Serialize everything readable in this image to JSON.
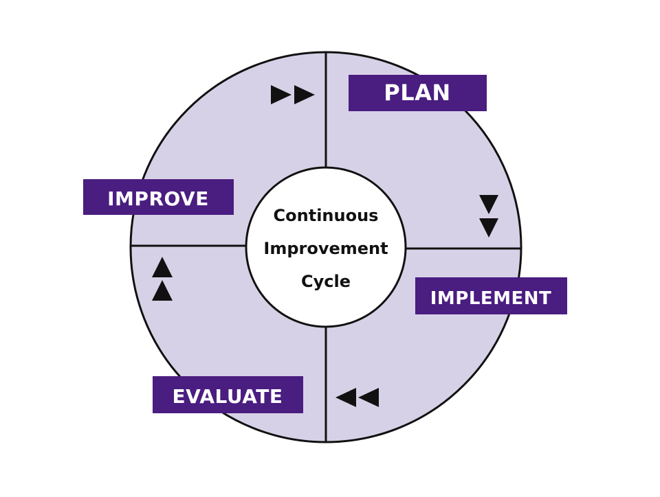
{
  "diagram": {
    "center_lines": [
      "Continuous",
      "Improvement",
      "Cycle"
    ],
    "stages": {
      "plan": "PLAN",
      "implement": "IMPLEMENT",
      "evaluate": "EVALUATE",
      "improve": "IMPROVE"
    },
    "colors": {
      "ring_fill": "#d7d1e7",
      "outline": "#111111",
      "label_bg": "#4a1d80",
      "label_text": "#ffffff",
      "center_fill": "#ffffff",
      "arrow": "#111111"
    },
    "arrow_directions": {
      "top_left": "right",
      "right": "down",
      "bottom": "left",
      "left": "up"
    }
  }
}
